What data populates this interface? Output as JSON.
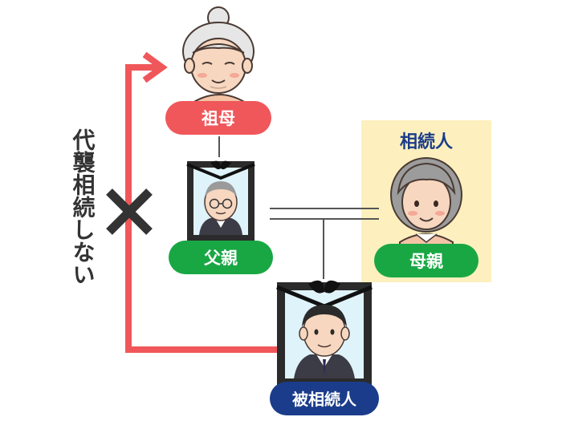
{
  "labels": {
    "grandmother": "祖母",
    "father": "父親",
    "mother": "母親",
    "deceased": "被相続人",
    "heir": "相続人",
    "no_inheritance": "代襲相続しない"
  },
  "colors": {
    "grandmother_pill": "#f0575a",
    "father_pill": "#19a744",
    "mother_pill": "#19a744",
    "deceased_pill": "#1a3c8a",
    "heir_highlight": "#fdf0be",
    "arrow": "#f0575a",
    "cross": "#333333",
    "lines": "#555555"
  }
}
